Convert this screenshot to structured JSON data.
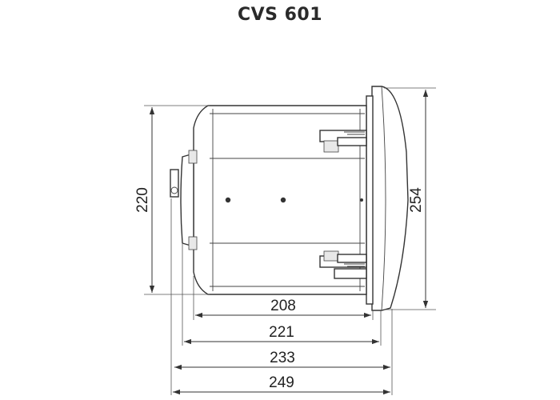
{
  "title": "CVS 601",
  "dimensions": {
    "height_body": "220",
    "height_total": "254",
    "depth_1": "208",
    "depth_2": "221",
    "depth_3": "233",
    "depth_4": "249"
  }
}
